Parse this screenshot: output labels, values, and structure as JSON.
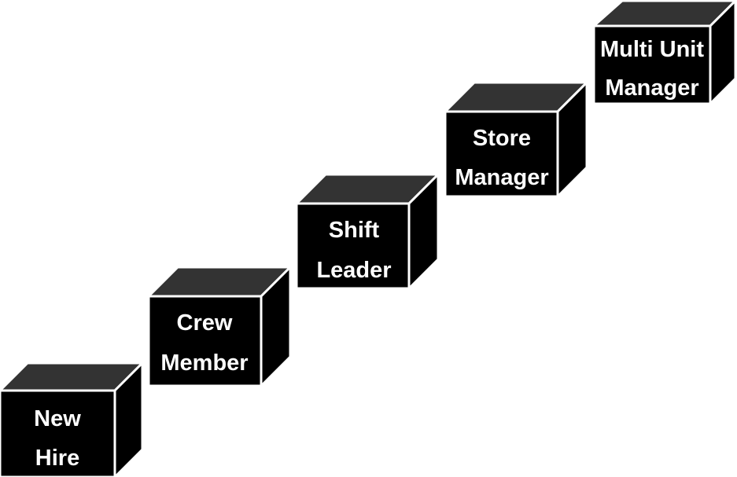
{
  "diagram": {
    "steps": [
      {
        "line1": "New",
        "line2": "Hire"
      },
      {
        "line1": "Crew",
        "line2": "Member"
      },
      {
        "line1": "Shift",
        "line2": "Leader"
      },
      {
        "line1": "Store",
        "line2": "Manager"
      },
      {
        "line1": "Multi Unit",
        "line2": "Manager"
      }
    ]
  },
  "colors": {
    "cube_top": "#333333",
    "cube_body": "#000000",
    "cube_edge": "#ffffff",
    "label_text": "#ffffff",
    "background": "#ffffff"
  }
}
